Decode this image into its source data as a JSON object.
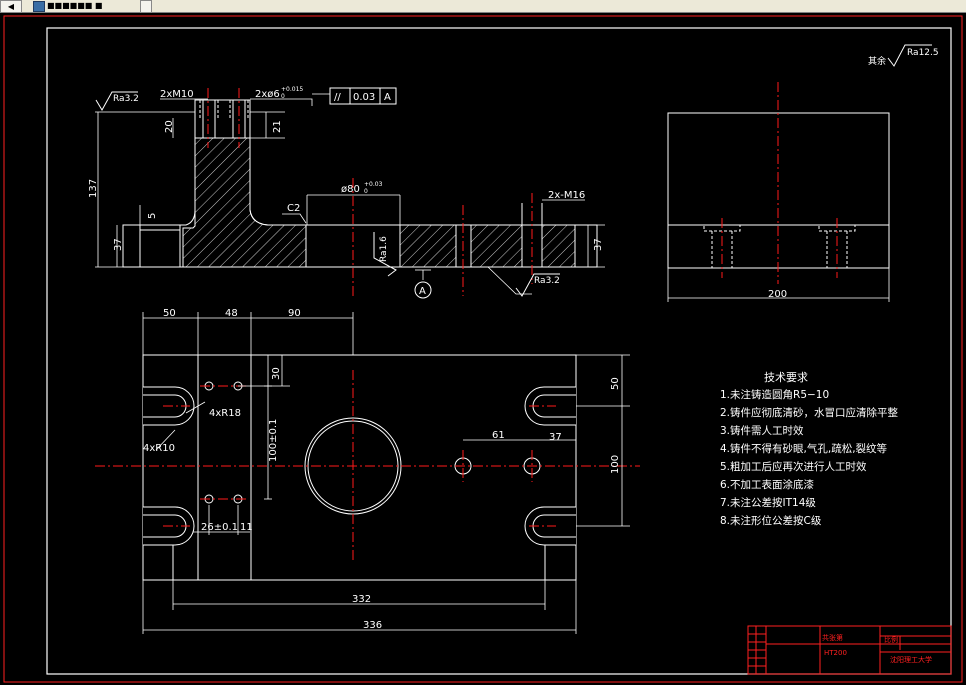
{
  "window": {
    "toolbar_arrow": "◀",
    "tab_title": "■■■■■■ ■"
  },
  "roughness": {
    "overall_prefix": "其余",
    "overall_value": "Ra12.5",
    "top_left": "Ra3.2",
    "right_bottom": "Ra3.2",
    "bore": "Ra1.6"
  },
  "section": {
    "thread_2xm10": "2xM10",
    "hole_2x6": "2xø6",
    "hole_2x6_tol": "+0.015",
    "hole_2x6_tol_low": "0",
    "fcf_symbol": "//",
    "fcf_value": "0.03",
    "fcf_datum": "A",
    "dim_20": "20",
    "dim_21": "21",
    "dim_137": "137",
    "dim_5": "5",
    "dim_37_left": "37",
    "dim_37_right": "37",
    "chamfer": "C2",
    "bore_dia": "ø80",
    "bore_tol": "+0.03",
    "bore_tol_low": "0",
    "thread_2xm16": "2x-M16",
    "datum_label": "A"
  },
  "side_view": {
    "width": "200"
  },
  "plan": {
    "dim_50_top": "50",
    "dim_48": "48",
    "dim_90": "90",
    "dim_30": "30",
    "hole_4xr18": "4xR18",
    "slot_4xr10": "4xR10",
    "dim_100_tol": "100±0.1",
    "dim_26_tol": "26±0.1",
    "dim_11": "11",
    "dim_61": "61",
    "dim_37": "37",
    "dim_50_right": "50",
    "dim_100_right": "100",
    "dim_332": "332",
    "dim_336": "336"
  },
  "tech_req": {
    "title": "技术要求",
    "items": [
      "1.未注铸造圆角R5−10",
      "2.铸件应彻底清砂，水冒口应清除平整",
      "3.铸件需人工时效",
      "4.铸件不得有砂眼,气孔,疏松,裂纹等",
      "5.粗加工后应再次进行人工时效",
      "6.不加工表面涂底漆",
      "7.未注公差按IT14级",
      "8.未注形位公差按C级"
    ]
  },
  "title_block": {
    "label_a": "共张第",
    "label_b": "比例",
    "material": "HT200",
    "school": "沈阳理工大学"
  },
  "colors": {
    "line": "#ffffff",
    "center": "#ff1a1a",
    "frame": "#ff2020",
    "hatch": "#ffffff",
    "hidden": "#ffffff"
  }
}
